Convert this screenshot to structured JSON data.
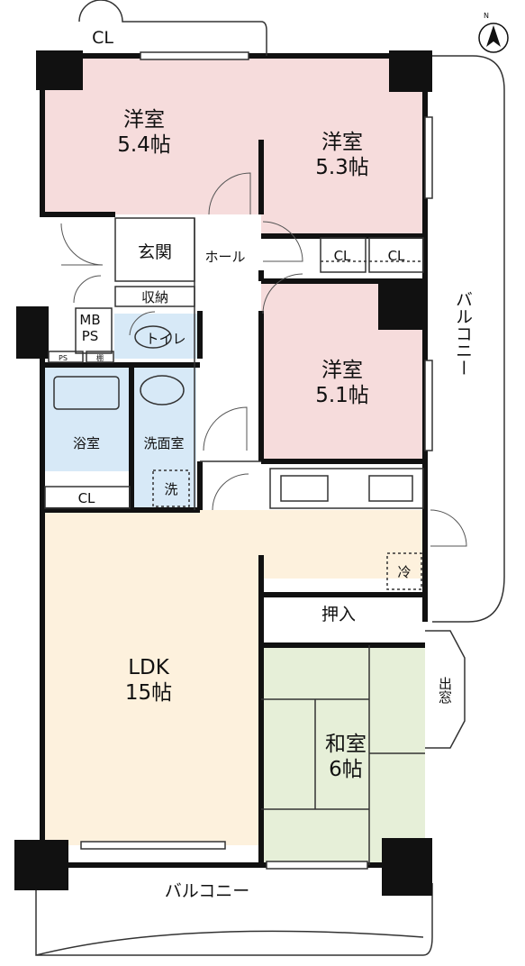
{
  "rooms": {
    "western1": {
      "name": "洋室",
      "size": "5.4帖"
    },
    "western2": {
      "name": "洋室",
      "size": "5.3帖"
    },
    "western3": {
      "name": "洋室",
      "size": "5.1帖"
    },
    "ldk": {
      "name": "LDK",
      "size": "15帖"
    },
    "japanese": {
      "name": "和室",
      "size": "6帖"
    },
    "entrance": "玄関",
    "hall": "ホール",
    "storage": "収納",
    "toilet": "トイレ",
    "bath": "浴室",
    "washroom": "洗面室",
    "closet_push": "押入",
    "bay_window": "出窓"
  },
  "labels": {
    "cl": "CL",
    "mbps_line1": "MB",
    "mbps_line2": "PS",
    "ps": "PS",
    "shelf": "棚",
    "washer": "洗",
    "fridge": "冷",
    "balcony": "バルコニー",
    "compass": "N"
  },
  "colors": {
    "western": "#f6dcdc",
    "ldk": "#fdf1dd",
    "japanese": "#e6efd8",
    "water": "#d7e9f7",
    "wall": "#111111"
  }
}
